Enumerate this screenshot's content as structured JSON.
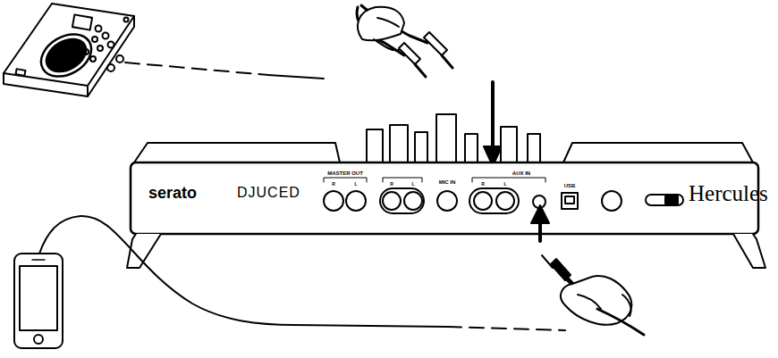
{
  "diagram": {
    "labels": [
      "serato",
      "DJUCED",
      "MASTER OUT",
      "R",
      "L",
      "R",
      "L",
      "MIC IN",
      "R",
      "L",
      "AUX IN",
      "USB",
      "Hercules"
    ]
  }
}
